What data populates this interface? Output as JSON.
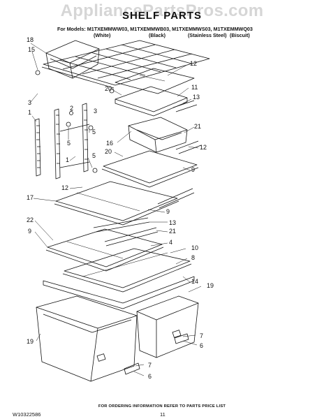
{
  "watermark": "AppliancePartsPros.com",
  "title": "SHELF PARTS",
  "models_line": "For Models: M1TXEMMWW03, M1TXEMMWB03, M1TXEMMWS03, M1TXEMMWQ03",
  "colors": [
    "(White)",
    "(Black)",
    "(Stainless Steel)",
    "(Biscuit)"
  ],
  "footer": "FOR ORDERING INFORMATION REFER TO PARTS PRICE LIST",
  "doc_number": "W10322586",
  "page_number": "11",
  "callouts": [
    "18",
    "15",
    "3",
    "2",
    "1",
    "5",
    "3",
    "5",
    "1",
    "5",
    "12",
    "20",
    "11",
    "13",
    "21",
    "16",
    "20",
    "12",
    "9",
    "12",
    "17",
    "9",
    "13",
    "22",
    "9",
    "21",
    "4",
    "10",
    "8",
    "14",
    "19",
    "19",
    "7",
    "6",
    "7",
    "6"
  ]
}
